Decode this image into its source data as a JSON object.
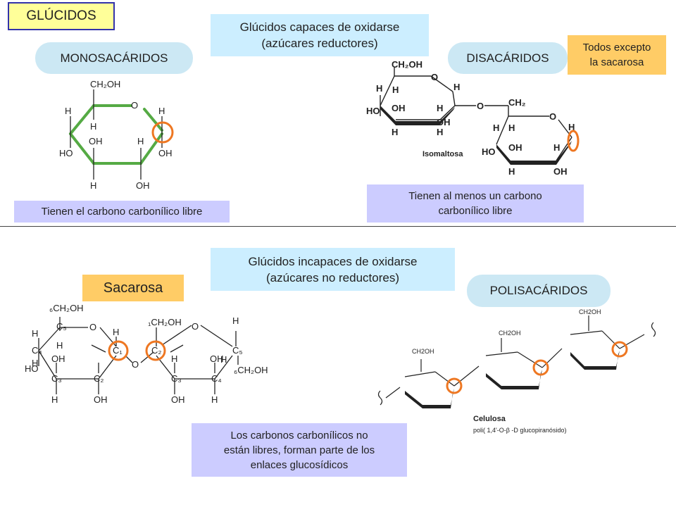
{
  "title": "GLÚCIDOS",
  "reducing": {
    "header": "Glúcidos capaces de oxidarse\n(azúcares reductores)",
    "monosaccharides": {
      "label": "MONOSACÁRIDOS",
      "note": "Tienen el carbono carbonílico libre",
      "atoms": [
        "CH₂OH",
        "O",
        "H",
        "H",
        "H",
        "OH",
        "HO",
        "OH",
        "H",
        "H",
        "OH"
      ]
    },
    "disaccharides": {
      "label": "DISACÁRIDOS",
      "exception": "Todos excepto\nla sacarosa",
      "note": "Tienen al menos un carbono\ncarbonílico libre",
      "structure_name": "Isomaltosa",
      "atoms": [
        "CH₂OH",
        "O",
        "H",
        "H",
        "H",
        "H",
        "HO",
        "OH",
        "H",
        "H",
        "OH",
        "O",
        "CH₂",
        "O",
        "H",
        "H",
        "H",
        "HO",
        "OH",
        "H",
        "H",
        "OH"
      ]
    }
  },
  "non_reducing": {
    "header": "Glúcidos incapaces de oxidarse\n(azúcares no reductores)",
    "sucrose": {
      "label": "Sacarosa",
      "atoms": [
        "₆CH₂OH",
        "C₅",
        "O",
        "H",
        "H",
        "C₄",
        "H",
        "HO",
        "OH",
        "C₁",
        "H",
        "C₃",
        "C₂",
        "H",
        "OH",
        "O",
        "₁CH₂OH",
        "O",
        "H",
        "C₂",
        "C₅",
        "H",
        "OH",
        "C₃",
        "C₄",
        "H",
        "OH",
        "H",
        "₆CH₂OH"
      ]
    },
    "polysaccharides": {
      "label": "POLISACÁRIDOS",
      "structure_name": "Celulosa",
      "formula": "poli( 1,4'-O-β -D glucopiranósido)"
    },
    "note": "Los carbonos carbonílicos no\nestán libres, forman parte de los\nenlaces glucosídicos"
  },
  "colors": {
    "title_bg": "#ffff99",
    "header_bg": "#cceeff",
    "pill_bg": "#cce8f4",
    "note_bg": "#ccccff",
    "orange_bg": "#ffcc66",
    "green_bond": "#55aa44",
    "highlight_circle": "#ee7722"
  }
}
